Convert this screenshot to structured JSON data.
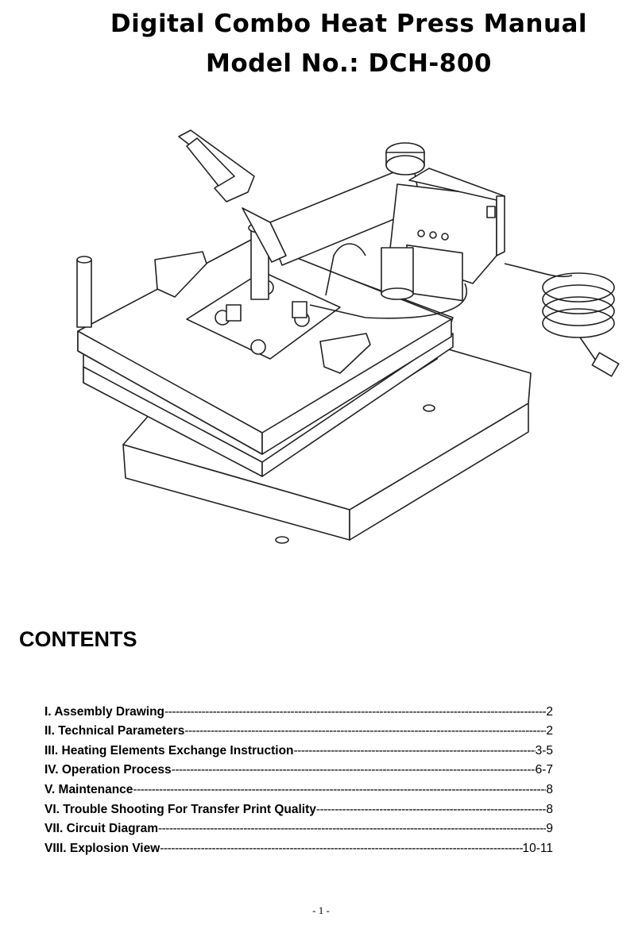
{
  "header": {
    "title": "Digital Combo Heat Press Manual",
    "model": "Model No.: DCH-800"
  },
  "figure": {
    "subject": "heat-press-drawing"
  },
  "contents": {
    "heading": "CONTENTS",
    "items": [
      {
        "label": "I. Assembly Drawing ",
        "page": "2"
      },
      {
        "label": "II. Technical Parameters ",
        "page": "2"
      },
      {
        "label": "III. Heating Elements Exchange Instruction ",
        "page": "3-5"
      },
      {
        "label": "IV. Operation Process ",
        "page": "6-7"
      },
      {
        "label": "V. Maintenance ",
        "page": "8"
      },
      {
        "label": "VI. Trouble Shooting For Transfer Print Quality",
        "page": "8"
      },
      {
        "label": "VII. Circuit Diagram ",
        "page": "9"
      },
      {
        "label": "VIII. Explosion View",
        "page": "10-11"
      }
    ]
  },
  "footer": {
    "page_number": "- 1 -"
  }
}
